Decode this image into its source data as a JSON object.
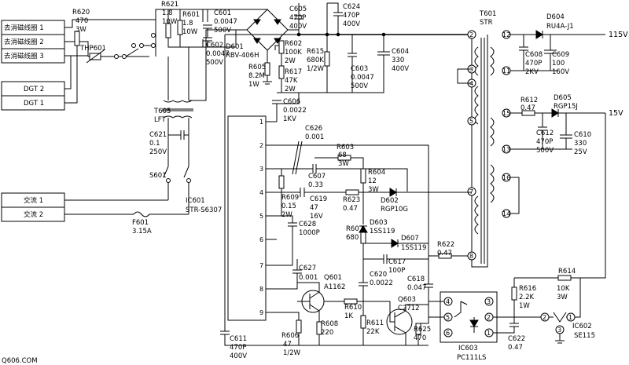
{
  "terminals": {
    "degauss1": "去消磁线圈 1",
    "degauss2": "去消磁线圈 2",
    "degauss3": "去消磁线圈 3",
    "dgt2": "DGT  2",
    "dgt1": "DGT  1",
    "ac1": "交流  1",
    "ac2": "交流  2"
  },
  "components": {
    "r620": [
      "R620",
      "470",
      "3W"
    ],
    "r621": [
      "R621",
      "1.8",
      "10W"
    ],
    "r601": [
      "R601",
      "1.8",
      "10W"
    ],
    "c601": [
      "C601",
      "0.0047",
      "500V"
    ],
    "c602": [
      "C602",
      "0.0047",
      "500V"
    ],
    "thp601": [
      "THP601"
    ],
    "d601": [
      "D601",
      "RBV-406H"
    ],
    "c605": [
      "C605",
      "470P",
      "400V"
    ],
    "c624": [
      "C624",
      "470P",
      "400V"
    ],
    "r602": [
      "R602",
      "100K",
      "2W"
    ],
    "r615": [
      "R615",
      "680K",
      "1/2W"
    ],
    "r617": [
      "R617",
      "47K",
      "2W"
    ],
    "r605": [
      "R605",
      "8.2M",
      "1W"
    ],
    "c603": [
      "C603",
      "0.0047",
      "500V"
    ],
    "c604": [
      "C604",
      "330",
      "400V"
    ],
    "t601": [
      "T601",
      "STR"
    ],
    "d604": [
      "D604",
      "RU4A-J1"
    ],
    "c608": [
      "C608",
      "470P",
      "2KV"
    ],
    "c609": [
      "C609",
      "100",
      "160V"
    ],
    "r612": [
      "R612",
      "0.47"
    ],
    "d605": [
      "D605",
      "RGP15J"
    ],
    "c612": [
      "C612",
      "470P",
      "500V"
    ],
    "c610": [
      "C610",
      "330",
      "25V"
    ],
    "t605": [
      "T605",
      "LFT"
    ],
    "c621": [
      "C621",
      "0.1",
      "250V"
    ],
    "s601": [
      "S601"
    ],
    "f601": [
      "F601",
      "3.15A"
    ],
    "c606": [
      "C606",
      "0.0022",
      "1KV"
    ],
    "c626": [
      "C626",
      "0.001"
    ],
    "r603": [
      "R603",
      "68",
      "3W"
    ],
    "c607": [
      "C607",
      "0.33"
    ],
    "r604": [
      "R604",
      "12",
      "3W"
    ],
    "r609": [
      "R609",
      "0.15",
      "2W"
    ],
    "c619": [
      "C619",
      "47",
      "16V"
    ],
    "r623": [
      "R623",
      "0.47"
    ],
    "d602": [
      "D602",
      "RGP10G"
    ],
    "d603": [
      "D603",
      "1SS119"
    ],
    "r607": [
      "R607",
      "680"
    ],
    "d607": [
      "D607",
      "1SS119"
    ],
    "r622": [
      "R622",
      "0.47"
    ],
    "c617": [
      "C617",
      "100P"
    ],
    "c628": [
      "C628",
      "1000P"
    ],
    "c627": [
      "C627",
      "0.001"
    ],
    "q601": [
      "Q601",
      "A1162"
    ],
    "r610": [
      "R610",
      "1K"
    ],
    "q603": [
      "Q603",
      "C2712"
    ],
    "c620": [
      "C620",
      "0.0022"
    ],
    "c618": [
      "C618",
      "0.047"
    ],
    "r608": [
      "R608",
      "220"
    ],
    "r611": [
      "R611",
      "22K"
    ],
    "r625": [
      "R625",
      "470"
    ],
    "c611": [
      "C611",
      "470P",
      "400V"
    ],
    "r606": [
      "R606",
      "47",
      "1/2W"
    ],
    "ic601": [
      "IC601",
      "STR-S6307"
    ],
    "ic603": [
      "IC603",
      "PC111LS"
    ],
    "r616": [
      "R616",
      "2.2K",
      "1W"
    ],
    "r614": [
      "R614",
      "10K",
      "3W"
    ],
    "c622": [
      "C622",
      "0.47"
    ],
    "ic602": [
      "IC602",
      "SE115"
    ]
  },
  "rails": {
    "v115": "115V",
    "v15": "15V"
  },
  "ic601_pins": [
    "1",
    "2",
    "3",
    "4",
    "5",
    "6",
    "7",
    "8",
    "9"
  ],
  "t601_pins": [
    "2",
    "3",
    "4",
    "5",
    "7",
    "8",
    "12",
    "11",
    "15",
    "13",
    "16",
    "14"
  ],
  "ic603_pins": [
    "4",
    "5",
    "6",
    "3",
    "2",
    "1"
  ],
  "ic602_pins": [
    "2",
    "1",
    "3"
  ],
  "watermark": "Q606.COM"
}
